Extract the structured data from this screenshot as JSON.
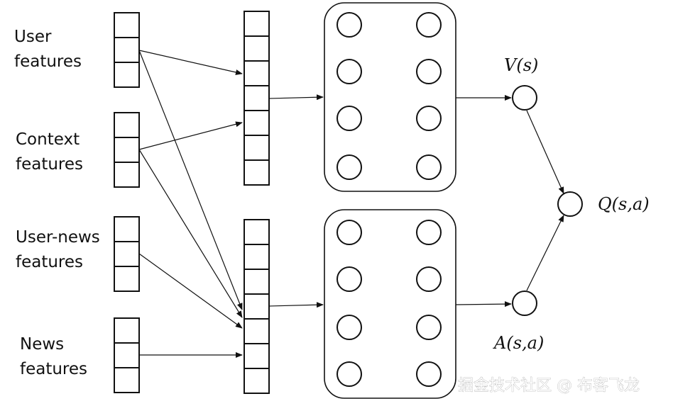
{
  "inputs": [
    {
      "line1": "User",
      "line2": "features"
    },
    {
      "line1": "Context",
      "line2": "features"
    },
    {
      "line1": "User-news",
      "line2": "features"
    },
    {
      "line1": "News",
      "line2": "features"
    }
  ],
  "outputs": {
    "value": "V(s)",
    "advantage": "A(s,a)",
    "q": "Q(s,a)"
  },
  "watermark": "掘金技术社区 @ 布客飞龙"
}
